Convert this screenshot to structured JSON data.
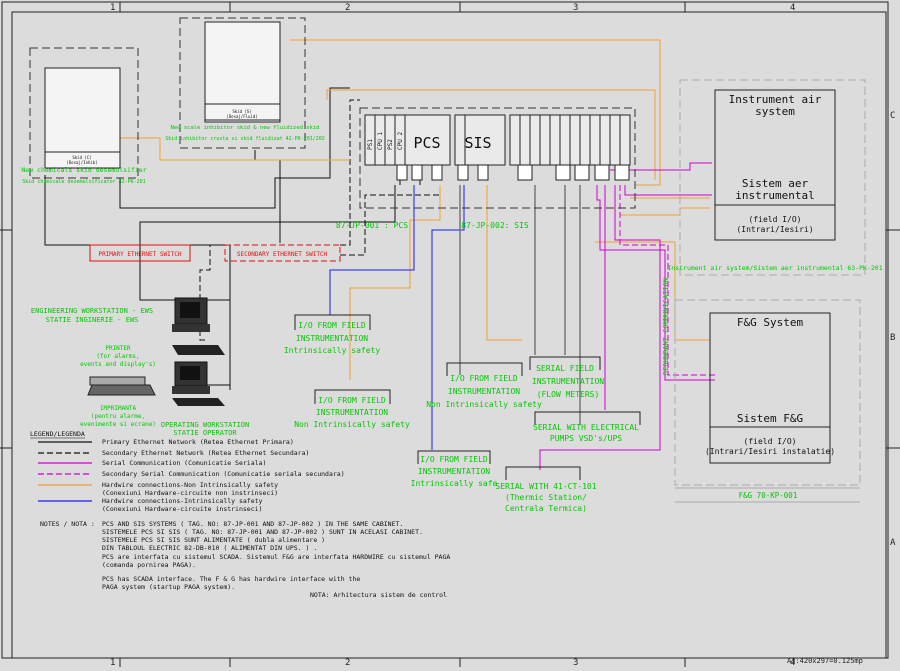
{
  "frame": {
    "col_labels": [
      "1",
      "2",
      "3",
      "4"
    ],
    "row_labels": [
      "C",
      "B",
      "A"
    ],
    "sheet_format": "A3:420x297=0.125mp"
  },
  "cabinet": {
    "module_labels": [
      "PS1",
      "CPU 1",
      "PS2",
      "CPU 2"
    ],
    "pcs_label": "PCS",
    "sis_label": "SIS",
    "pcs_tag": "87-JP-001 : PCS",
    "sis_tag": "87-JP-002: SIS"
  },
  "skids": {
    "chemicals": {
      "nameplate": "Skid (C)\n(Dosaj/Inhib)",
      "caption_en": "New chemicals skid desemulsifier",
      "caption_ro": "Skid chimicale dezemulsificator 42-PK-201"
    },
    "scale": {
      "nameplate": "Skid (S)\n(Dosaj/Fluid)",
      "caption_en": "New scale inhibitor skid & new fluidized skid",
      "caption_ro": "Skid inhibitor crusta si skid fluidizat 42-PK-201/202"
    }
  },
  "switches": {
    "primary": "PRIMARY ETHERNET SWITCH",
    "secondary": "SECONDARY ETHERNET SWITCH"
  },
  "workstations": {
    "ews": [
      "ENGINEERING WORKSTATION - EWS",
      "STATIE INGINERIE - EWS"
    ],
    "printer": [
      "PRINTER",
      "(for alarms,",
      "events and display's)"
    ],
    "imprimanta": [
      "IMPRIMANTA",
      "(pentru alarme,",
      "evenimente si ecrane)"
    ],
    "operator": [
      "OPERATING WORKSTATION",
      "STATIE OPERATOR"
    ]
  },
  "systems": {
    "air": {
      "title": [
        "Instrument air",
        "system"
      ],
      "title_ro": [
        "Sistem aer",
        "instrumental"
      ],
      "io": [
        "(field I/O)",
        "(Intrari/Iesiri)"
      ],
      "caption": "Instrument air system/Sistem aer instrumental 63-PK-201"
    },
    "fg": {
      "title": "F&G System",
      "title_ro": "Sistem F&G",
      "io": [
        "(field I/O)",
        "(Intrari/Iesiri instalatie)"
      ],
      "caption": "F&G 70-KP-001"
    },
    "redundant": "REDUNDANT COMMUNICATION"
  },
  "io_blocks": [
    {
      "lines": [
        "I/O FROM FIELD",
        "INSTRUMENTATION",
        "Intrinsically safety"
      ]
    },
    {
      "lines": [
        "I/O FROM FIELD",
        "INSTRUMENTATION",
        "Non Intrinsically safety"
      ]
    },
    {
      "lines": [
        "I/O FROM FIELD",
        "INSTRUMENTATION",
        "Non Intrinsically safety"
      ]
    },
    {
      "lines": [
        "SERIAL FIELD",
        "INSTRUMENTATION",
        "(FLOW METERS)"
      ]
    },
    {
      "lines": [
        "SERIAL WITH ELECTRICAL",
        "PUMPS VSD's/UPS"
      ]
    },
    {
      "lines": [
        "I/O FROM FIELD",
        "INSTRUMENTATION",
        "Intrinsically safe"
      ]
    },
    {
      "lines": [
        "SERIAL WITH 41-CT-101",
        "(Thermic Station/",
        "Centrala Termica)"
      ]
    }
  ],
  "legend": {
    "title": "LEGEND/LEGENDA",
    "items": [
      {
        "style": "solid",
        "color": "#111111",
        "lines": [
          "Primary Ethernet Network (Retea Ethernet Primara)"
        ]
      },
      {
        "style": "dashed",
        "color": "#111111",
        "lines": [
          "Secondary Ethernet Network (Retea Ethernet Secundara)"
        ]
      },
      {
        "style": "solid",
        "color": "#d000d0",
        "lines": [
          "Serial Communication  (Comunicatie Seriala)"
        ]
      },
      {
        "style": "dashed",
        "color": "#d000d0",
        "lines": [
          "Secondary Serial Communication (Comunicatie seriala secundara)"
        ]
      },
      {
        "style": "solid",
        "color": "#f0a030",
        "lines": [
          "Hardwire connections-Non Intrinsically safety",
          "(Conexiuni Hardware-circuite non instrinseci)"
        ]
      },
      {
        "style": "solid",
        "color": "#1c1cf0",
        "lines": [
          "Hardwire connections-Intrinsically safety",
          "(Conexiuni Hardware-circuite instrinseci)"
        ]
      }
    ]
  },
  "notes": {
    "label": "NOTES / NOTA :",
    "lines": [
      "PCS AND SIS SYSTEMS ( TAG. NO: 87-JP-001 AND 87-JP-002 ) IN THE SAME CABINET.",
      "SISTEMELE PCS SI SIS ( TAG. NO: 87-JP-001 AND 87-JP-002 ) SUNT IN ACELASI CABINET.",
      "SISTEMELE PCS SI SIS SUNT ALIMENTATE ( dubla alimentare )",
      "DIN TABLOUL ELECTRIC  82-DB-010 ( ALIMENTAT DIN UPS. ) .",
      "PCS are interfata  cu sistemul SCADA. Sistemul F&G are interfata HARDWIRE cu sistemul PAGA",
      "(comanda pornirea PAGA).",
      "PCS has SCADA interface. The F & G has hardwire interface with the",
      "PAGA system (startup PAGA system)."
    ],
    "footer": "NOTA: Arhitectura sistem de control"
  },
  "colors": {
    "background": "#dcdcdc",
    "green": "#00c800",
    "red": "#e01010",
    "orange": "#f0a030",
    "blue": "#1c1cf0",
    "magenta": "#d000d0"
  }
}
